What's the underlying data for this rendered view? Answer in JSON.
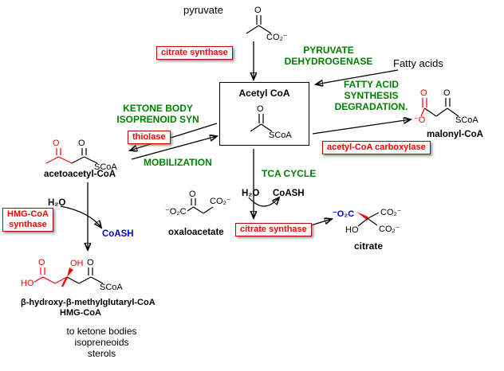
{
  "labels": {
    "pyruvate": "pyruvate",
    "fatty_acids": "Fatty acids"
  },
  "enzyme_boxes": {
    "citrate_synthase_top": "citrate synthase",
    "thiolase": "thiolase",
    "acetyl_coa_carboxylase": "acetyl-CoA carboxylase",
    "citrate_synthase_bottom": "citrate synthase",
    "hmg_synthase_line1": "HMG-CoA",
    "hmg_synthase_line2": "synthase"
  },
  "pathway_labels": {
    "pdh_line1": "PYRUVATE",
    "pdh_line2": "DEHYDROGENASE",
    "fas_line1": "FATTY ACID",
    "fas_line2": "SYNTHESIS",
    "fas_line3": "DEGRADATION.",
    "ketone_line1": "KETONE BODY",
    "ketone_line2": "ISOPRENOID SYN",
    "mobilization": "MOBILIZATION",
    "tca": "TCA CYCLE"
  },
  "metabolites": {
    "acetyl_coa": "Acetyl CoA",
    "malonyl_coa": "malonyl-CoA",
    "acetoacetyl_coa": "acetoacetyl-CoA",
    "oxaloacetate": "oxaloacetate",
    "citrate": "citrate",
    "hmg_full": "β-hydroxy-β-methylglutaryl-CoA",
    "hmg_short": "HMG-CoA"
  },
  "cofactors": {
    "h2o": "H₂O",
    "coash": "CoASH"
  },
  "fates": {
    "line1": "to ketone bodies",
    "line2": "isopreneoids",
    "line3": "sterols"
  },
  "atoms": {
    "o": "O",
    "ho": "HO",
    "oh": "OH",
    "o_neg": "⁻O",
    "co2_neg": "CO₂⁻",
    "neg_o2c": "⁻O₂C",
    "scoa": "SCoA"
  },
  "colors": {
    "green": "#008000",
    "red": "#ff0000",
    "blue": "#0000cc",
    "black": "#000000"
  }
}
